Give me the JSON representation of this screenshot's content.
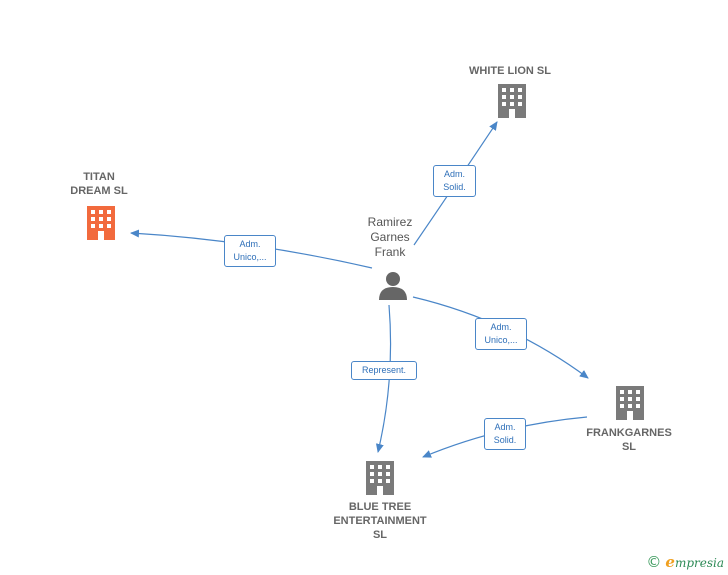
{
  "nodes": {
    "white_lion": {
      "line1": "WHITE LION  SL"
    },
    "titan": {
      "line1": "TITAN",
      "line2": "DREAM  SL"
    },
    "person": {
      "line1": "Ramirez",
      "line2": "Garnes",
      "line3": "Frank"
    },
    "frankgarnes": {
      "line1": "FRANKGARNES",
      "line2": "SL"
    },
    "blue_tree": {
      "line1": "BLUE TREE",
      "line2": "ENTERTAINMENT",
      "line3": "SL"
    }
  },
  "edges": {
    "to_white_lion": {
      "line1": "Adm.",
      "line2": "Solid."
    },
    "to_titan": {
      "line1": "Adm.",
      "line2": "Unico,..."
    },
    "to_frankgarnes": {
      "line1": "Adm.",
      "line2": "Unico,..."
    },
    "to_blue_tree": {
      "line1": "Represent."
    },
    "frank_to_blue": {
      "line1": "Adm.",
      "line2": "Solid."
    }
  },
  "colors": {
    "company": "#7a7a7a",
    "highlight": "#f26a3d",
    "edge": "#4a86c8",
    "person": "#666666"
  },
  "icons": {
    "company": "building-icon",
    "person": "person-icon"
  },
  "brand": {
    "copyright": "©",
    "name_initial": "e",
    "name_rest": "mpresia"
  }
}
